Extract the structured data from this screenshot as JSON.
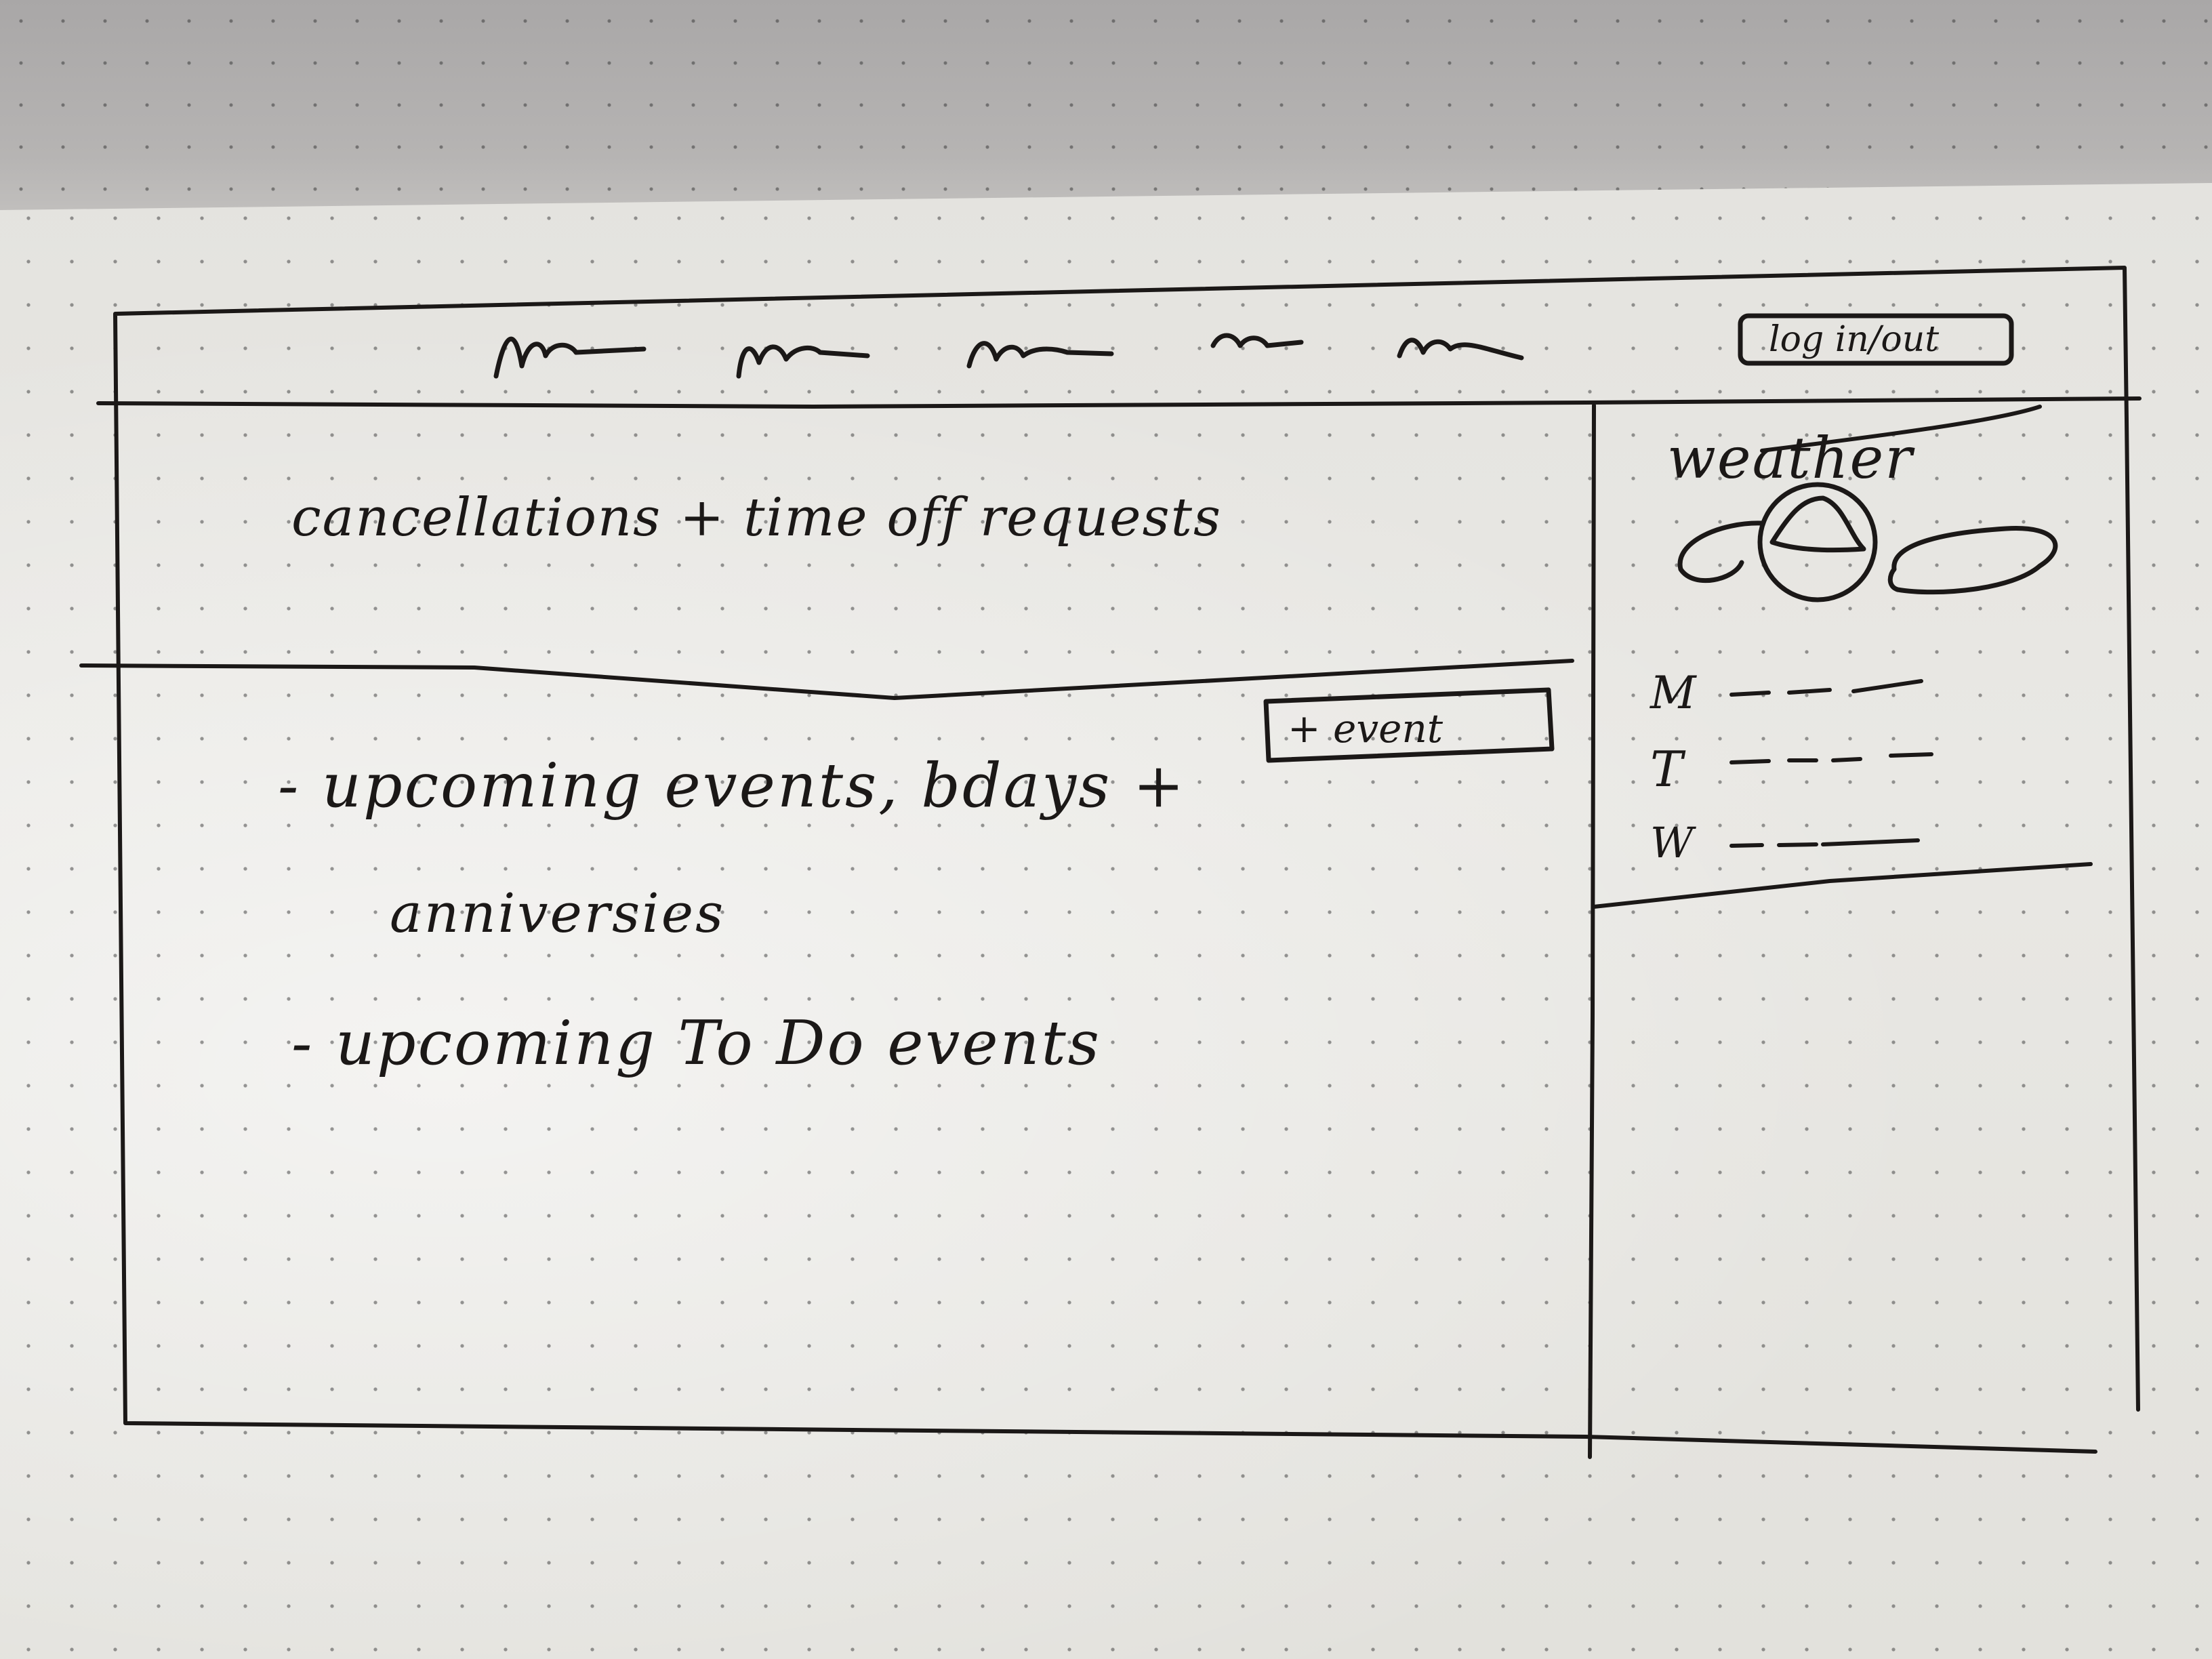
{
  "header": {
    "nav_items": [
      "",
      "",
      "",
      "",
      ""
    ],
    "login_label": "log in/out"
  },
  "top_panel": {
    "text": "cancellations + time off requests"
  },
  "events_panel": {
    "add_event_label": "+ event",
    "items": [
      "- upcoming events, bdays +",
      "anniversies",
      "- upcoming To Do events"
    ]
  },
  "sidebar": {
    "weather_title": "weather",
    "forecast_days": [
      "M",
      "T",
      "W"
    ]
  }
}
